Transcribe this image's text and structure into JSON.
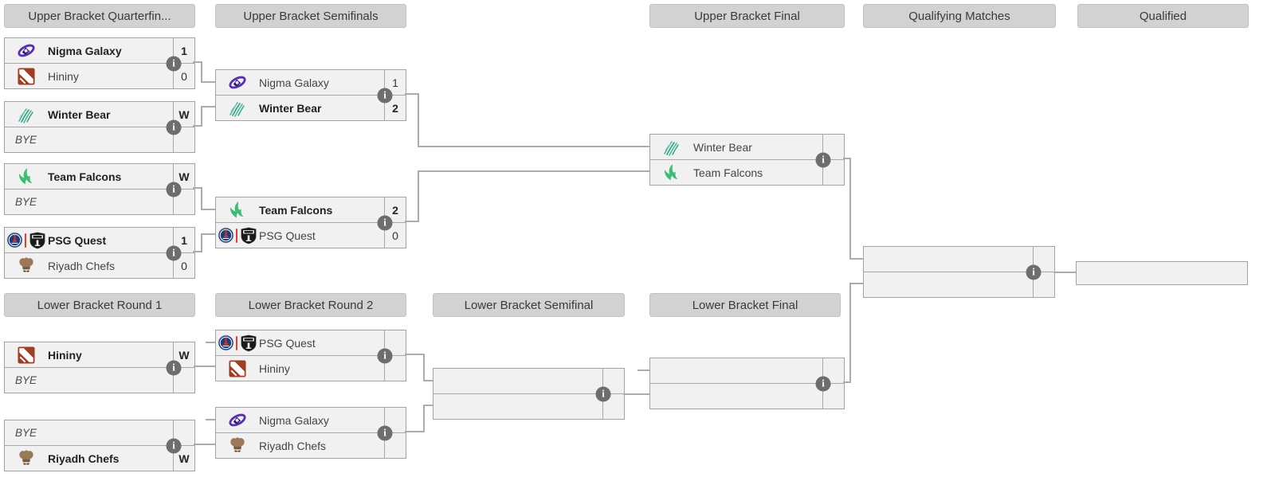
{
  "page": {
    "background": "#ffffff"
  },
  "colors": {
    "header_bg": "#d2d2d2",
    "box_bg": "#f1f1f1",
    "box_border": "#a2a2a2",
    "connector": "#ababab",
    "winner_text": "#222222",
    "team_text": "#444444",
    "info_icon_bg": "#6d6d6d",
    "psg_divider_red": "#e2402e"
  },
  "icons": {
    "nigma-galaxy-logo": "purple-galaxy-swirl",
    "hininy-logo": "rust-red-dota2-square",
    "winter-bear-logo": "teal-claw-scratches",
    "team-falcons-logo": "green-falcon-swirl",
    "psg-quest-logo": "psg-crest-plus-quest-shield-with-red-divider",
    "riyadh-chefs-logo": "brown-chef-hat-with-mustache",
    "match-info": "info-circle"
  },
  "info_icon_glyph": "i",
  "headers": {
    "ub_quarterfinals": "Upper Bracket Quarterfin...",
    "ub_semifinals": "Upper Bracket Semifinals",
    "ub_final": "Upper Bracket Final",
    "qualifying_matches": "Qualifying Matches",
    "qualified": "Qualified",
    "lb_round1": "Lower Bracket Round 1",
    "lb_round2": "Lower Bracket Round 2",
    "lb_semifinal": "Lower Bracket Semifinal",
    "lb_final": "Lower Bracket Final"
  },
  "matches": {
    "ub_qf_1": {
      "top": {
        "team": "Nigma Galaxy",
        "icon": "nigma-galaxy-logo",
        "score": "1",
        "winner": true,
        "bye": false
      },
      "bottom": {
        "team": "Hininy",
        "icon": "hininy-logo",
        "score": "0",
        "winner": false,
        "bye": false
      }
    },
    "ub_qf_2": {
      "top": {
        "team": "Winter Bear",
        "icon": "winter-bear-logo",
        "score": "W",
        "winner": true,
        "bye": false
      },
      "bottom": {
        "team": "BYE",
        "icon": "",
        "score": "",
        "winner": false,
        "bye": true
      }
    },
    "ub_qf_3": {
      "top": {
        "team": "Team Falcons",
        "icon": "team-falcons-logo",
        "score": "W",
        "winner": true,
        "bye": false
      },
      "bottom": {
        "team": "BYE",
        "icon": "",
        "score": "",
        "winner": false,
        "bye": true
      }
    },
    "ub_qf_4": {
      "top": {
        "team": "PSG Quest",
        "icon": "psg-quest-logo",
        "score": "1",
        "winner": true,
        "bye": false
      },
      "bottom": {
        "team": "Riyadh Chefs",
        "icon": "riyadh-chefs-logo",
        "score": "0",
        "winner": false,
        "bye": false
      }
    },
    "ub_sf_1": {
      "top": {
        "team": "Nigma Galaxy",
        "icon": "nigma-galaxy-logo",
        "score": "1",
        "winner": false,
        "bye": false
      },
      "bottom": {
        "team": "Winter Bear",
        "icon": "winter-bear-logo",
        "score": "2",
        "winner": true,
        "bye": false
      }
    },
    "ub_sf_2": {
      "top": {
        "team": "Team Falcons",
        "icon": "team-falcons-logo",
        "score": "2",
        "winner": true,
        "bye": false
      },
      "bottom": {
        "team": "PSG Quest",
        "icon": "psg-quest-logo",
        "score": "0",
        "winner": false,
        "bye": false
      }
    },
    "ub_final": {
      "top": {
        "team": "Winter Bear",
        "icon": "winter-bear-logo",
        "score": "",
        "winner": false,
        "bye": false
      },
      "bottom": {
        "team": "Team Falcons",
        "icon": "team-falcons-logo",
        "score": "",
        "winner": false,
        "bye": false
      }
    },
    "qualifying_match": {
      "top": {
        "team": "",
        "icon": "",
        "score": "",
        "winner": false,
        "bye": false
      },
      "bottom": {
        "team": "",
        "icon": "",
        "score": "",
        "winner": false,
        "bye": false
      }
    },
    "qualified_slot": {
      "team": ""
    },
    "lb_r1_m1": {
      "top": {
        "team": "Hininy",
        "icon": "hininy-logo",
        "score": "W",
        "winner": true,
        "bye": false
      },
      "bottom": {
        "team": "BYE",
        "icon": "",
        "score": "",
        "winner": false,
        "bye": true
      }
    },
    "lb_r1_m2": {
      "top": {
        "team": "BYE",
        "icon": "",
        "score": "",
        "winner": false,
        "bye": true
      },
      "bottom": {
        "team": "Riyadh Chefs",
        "icon": "riyadh-chefs-logo",
        "score": "W",
        "winner": true,
        "bye": false
      }
    },
    "lb_r2_m1": {
      "top": {
        "team": "PSG Quest",
        "icon": "psg-quest-logo",
        "score": "",
        "winner": false,
        "bye": false
      },
      "bottom": {
        "team": "Hininy",
        "icon": "hininy-logo",
        "score": "",
        "winner": false,
        "bye": false
      }
    },
    "lb_r2_m2": {
      "top": {
        "team": "Nigma Galaxy",
        "icon": "nigma-galaxy-logo",
        "score": "",
        "winner": false,
        "bye": false
      },
      "bottom": {
        "team": "Riyadh Chefs",
        "icon": "riyadh-chefs-logo",
        "score": "",
        "winner": false,
        "bye": false
      }
    },
    "lb_semifinal": {
      "top": {
        "team": "",
        "icon": "",
        "score": "",
        "winner": false,
        "bye": false
      },
      "bottom": {
        "team": "",
        "icon": "",
        "score": "",
        "winner": false,
        "bye": false
      }
    },
    "lb_final": {
      "top": {
        "team": "",
        "icon": "",
        "score": "",
        "winner": false,
        "bye": false
      },
      "bottom": {
        "team": "",
        "icon": "",
        "score": "",
        "winner": false,
        "bye": false
      }
    }
  }
}
